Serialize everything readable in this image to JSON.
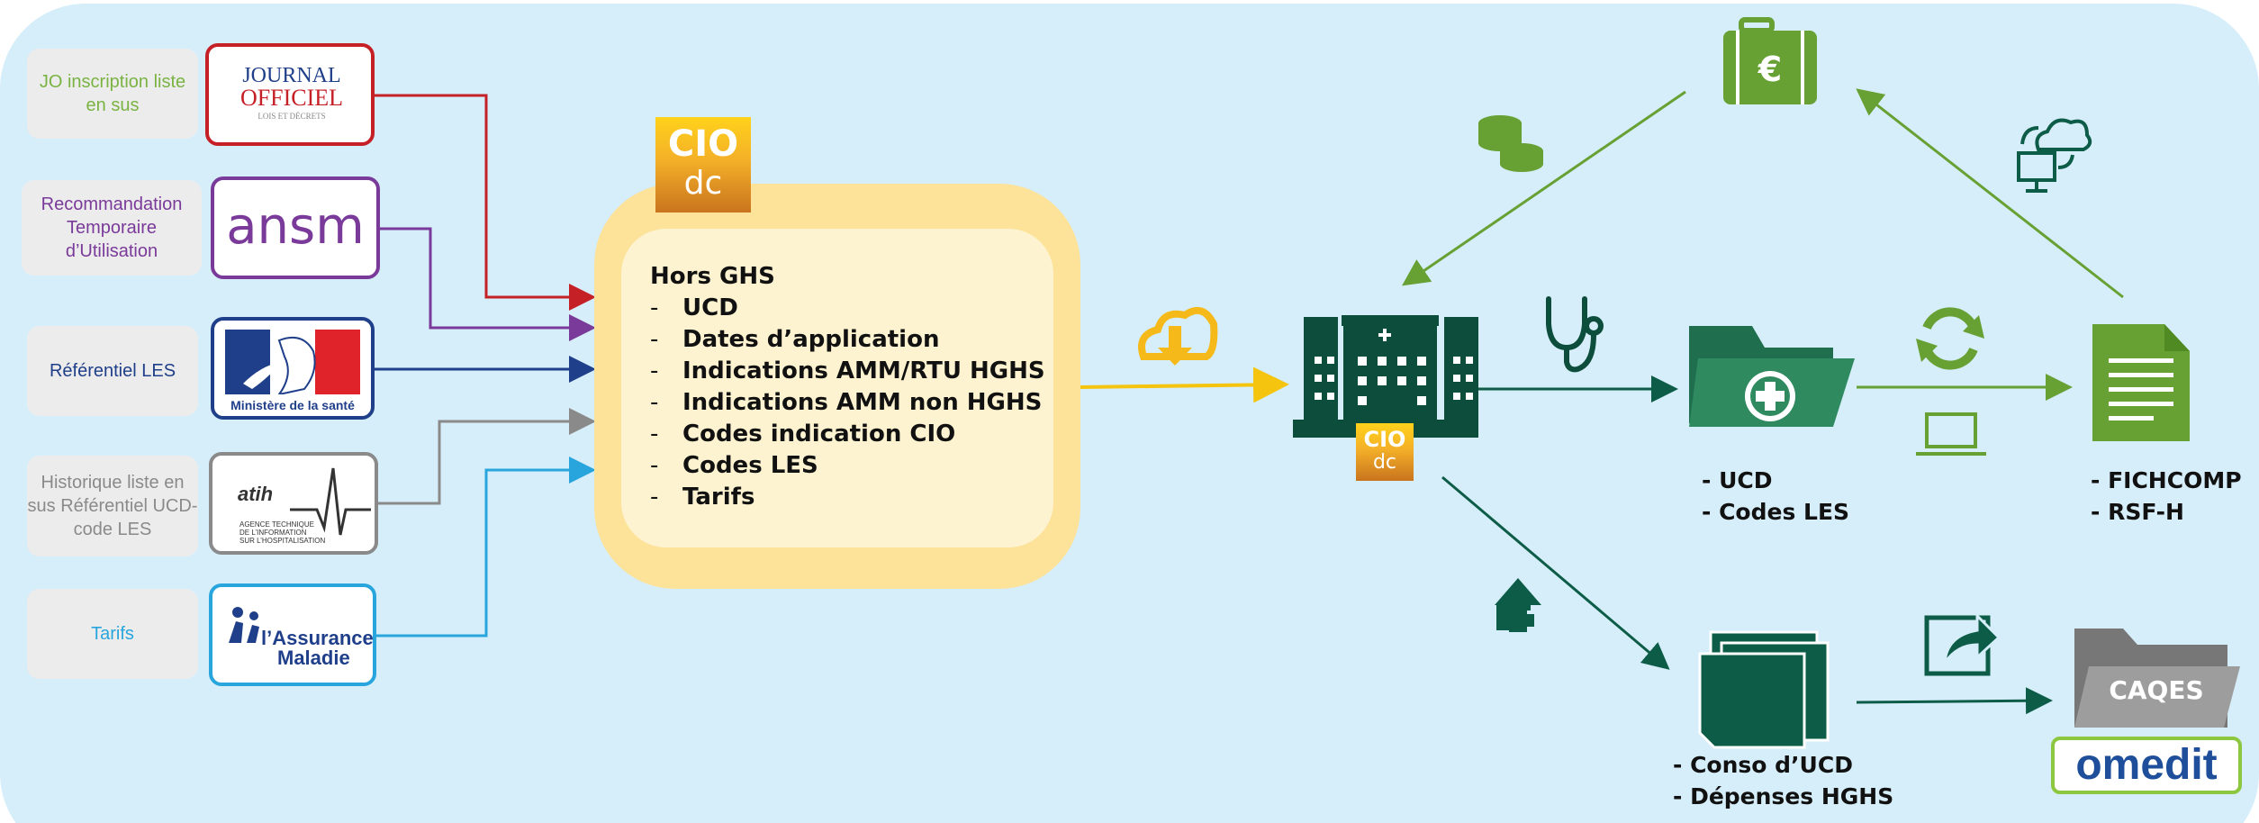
{
  "sources": [
    {
      "label": "JO inscription liste en sus",
      "color": "#7ab342",
      "logo_color": "#c62027"
    },
    {
      "label": "Recommandation Temporaire d’Utilisation",
      "color": "#7a3a9a",
      "logo_color": "#7a3a9a"
    },
    {
      "label": "Référentiel LES",
      "color": "#1f3f8a",
      "logo_color": "#1f3f8a"
    },
    {
      "label": "Historique liste en sus Référentiel UCD-code LES",
      "color": "#8a8a8a",
      "logo_color": "#8a8a8a"
    },
    {
      "label": "Tarifs",
      "color": "#29a5dd",
      "logo_color": "#29a5dd"
    }
  ],
  "logos": {
    "journal_officiel": {
      "line1": "JOURNAL",
      "line2": "OFFICIEL",
      "line3": "LOIS ET DÉCRETS"
    },
    "ansm": {
      "text": "ansm"
    },
    "ministere": {
      "caption": "Ministère de la santé"
    },
    "atih": {
      "name": "atih",
      "line1": "AGENCE TECHNIQUE",
      "line2": "DE L’INFORMATION",
      "line3": "SUR L’HOSPITALISATION"
    },
    "assurance_maladie": {
      "line1": "l’Assurance",
      "line2": "Maladie"
    }
  },
  "cio": {
    "top": "CIO",
    "bottom": "dc"
  },
  "central_panel": {
    "title": "Hors GHS",
    "items": [
      "UCD",
      "Dates d’application",
      "Indications AMM/RTU HGHS",
      "Indications AMM non HGHS",
      "Codes indication CIO",
      "Codes LES",
      "Tarifs"
    ],
    "bullet": "-"
  },
  "outputs": {
    "folder": [
      "- UCD",
      "- Codes LES"
    ],
    "document": [
      "- FICHCOMP",
      "- RSF-H"
    ],
    "stack": [
      "- Conso d’UCD",
      "- Dépenses HGHS"
    ]
  },
  "caqes": {
    "label": "CAQES"
  },
  "omedit": {
    "text": "omedit"
  },
  "icons": [
    "euro-briefcase-icon",
    "coins-icon",
    "cloud-sync-computer-icon",
    "cloud-download-icon",
    "hospital-icon",
    "stethoscope-icon",
    "medical-folder-icon",
    "refresh-icon",
    "laptop-icon",
    "document-icon",
    "return-arrow-icon",
    "files-stack-icon",
    "share-icon",
    "caqes-folder-icon"
  ],
  "colors": {
    "background": "#d6eef9",
    "panel_outer": "#fde29a",
    "panel_inner": "#fdf3d0",
    "dark_green": "#0d5c47",
    "light_green": "#67a033",
    "arrow_yellow": "#f5c40f"
  }
}
